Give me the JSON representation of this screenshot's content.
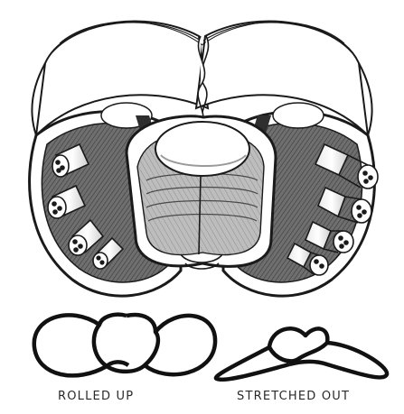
{
  "captions": {
    "rolled_up": "ROLLED UP",
    "stretched_out": "STRETCHED OUT"
  },
  "colors": {
    "ink": "#1a1a1a",
    "shade_dark": "#555555",
    "shade_mid": "#8a8a8a",
    "shade_light": "#c8c8c8",
    "paper": "#ffffff"
  },
  "figures": [
    {
      "id": "main-cross-section",
      "kind": "sketch",
      "icon": "rolled-bundle-cross-section"
    },
    {
      "id": "rolled-up-outline",
      "kind": "outline",
      "icon": "figure-eight-loop"
    },
    {
      "id": "stretched-out-outline",
      "kind": "outline",
      "icon": "flattened-loop"
    }
  ]
}
